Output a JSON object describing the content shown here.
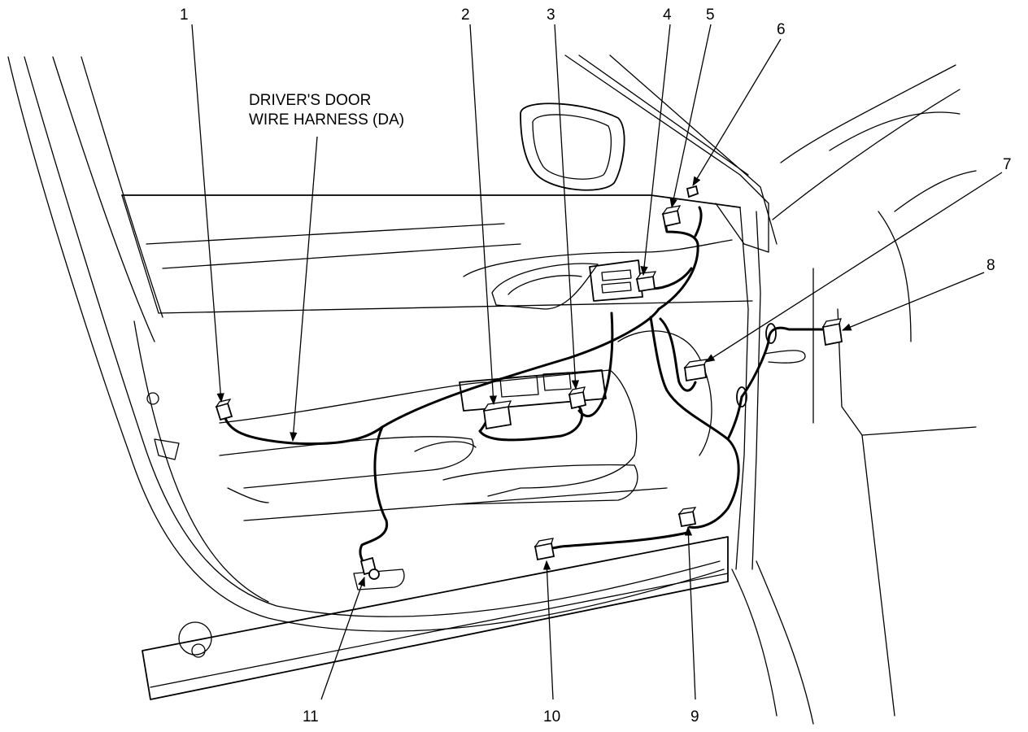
{
  "diagram": {
    "harness_title_line1": "DRIVER'S DOOR",
    "harness_title_line2": "WIRE HARNESS (DA)",
    "callouts": [
      "1",
      "2",
      "3",
      "4",
      "5",
      "6",
      "7",
      "8",
      "9",
      "10",
      "11"
    ]
  }
}
